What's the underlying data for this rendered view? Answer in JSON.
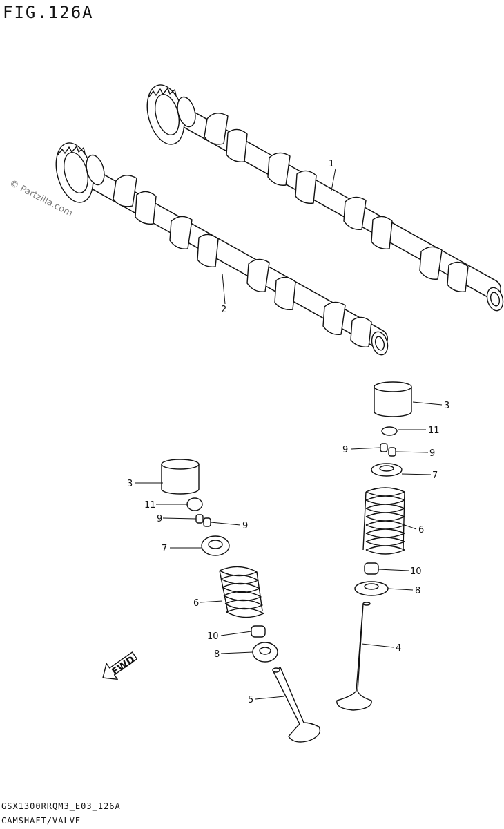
{
  "figure_title": "FIG.126A",
  "footer": {
    "model_code": "GSX1300RRQM3_E03_126A",
    "diagram_name": "CAMSHAFT/VALVE"
  },
  "watermark": "© Partzilla.com",
  "fwd_label": "FWD",
  "callouts": {
    "c1": "1",
    "c2": "2",
    "c3a": "3",
    "c3b": "3",
    "c4": "4",
    "c5": "5",
    "c6a": "6",
    "c6b": "6",
    "c7a": "7",
    "c7b": "7",
    "c8a": "8",
    "c8b": "8",
    "c9a": "9",
    "c9b": "9",
    "c9c": "9",
    "c9d": "9",
    "c10a": "10",
    "c10b": "10",
    "c11a": "11",
    "c11b": "11"
  }
}
